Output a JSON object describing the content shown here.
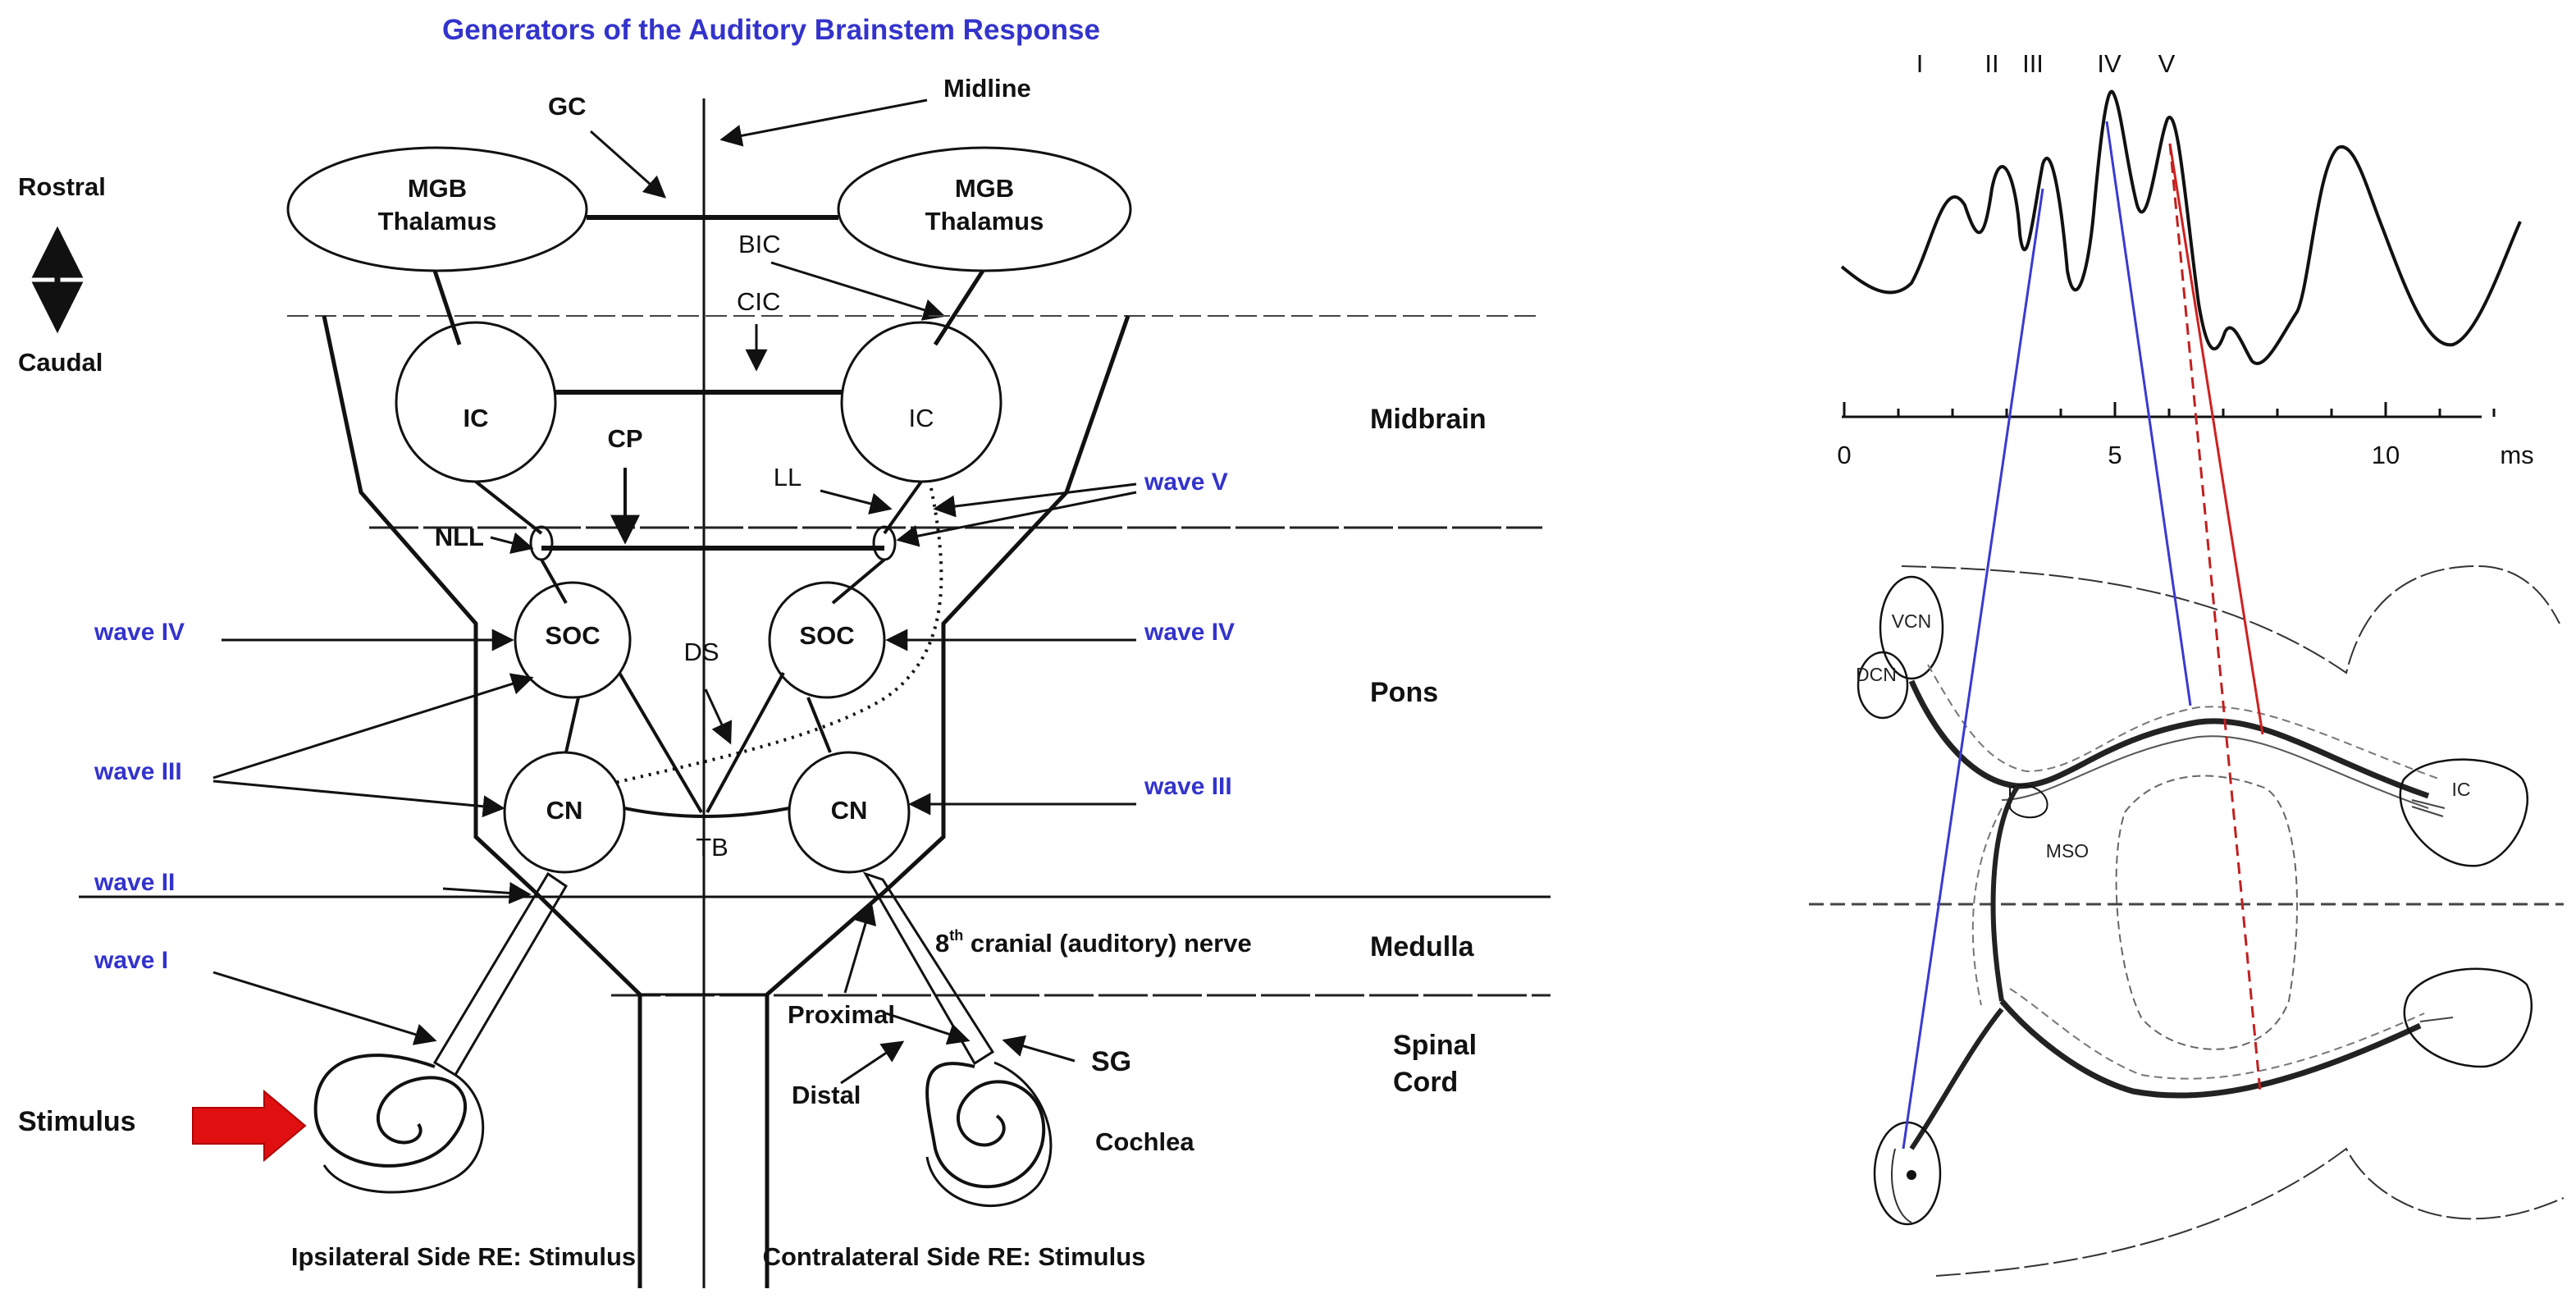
{
  "title": "Generators of the Auditory Brainstem Response",
  "left": {
    "axis": {
      "rostral": "Rostral",
      "caudal": "Caudal"
    },
    "regions": {
      "midbrain": "Midbrain",
      "pons": "Pons",
      "medulla": "Medulla",
      "spinal_line1": "Spinal",
      "spinal_line2": "Cord"
    },
    "nodes": {
      "mgb_line1": "MGB",
      "mgb_line2": "Thalamus",
      "ic": "IC",
      "soc": "SOC",
      "cn": "CN",
      "nll": "NLL"
    },
    "tracts": {
      "gc": "GC",
      "midline": "Midline",
      "bic": "BIC",
      "cic": "CIC",
      "cp": "CP",
      "ll": "LL",
      "ds": "DS",
      "tb": "TB"
    },
    "waves": {
      "v": "wave V",
      "iv": "wave IV",
      "iii": "wave III",
      "ii": "wave II",
      "i": "wave I"
    },
    "nerve": {
      "eighth_num": "8",
      "eighth_sup": "th",
      "eighth_rest": " cranial (auditory) nerve",
      "proximal": "Proximal",
      "distal": "Distal",
      "sg": "SG",
      "cochlea": "Cochlea"
    },
    "stimulus": "Stimulus",
    "sides": {
      "ipsi": "Ipsilateral Side RE: Stimulus",
      "contra": "Contralateral Side RE: Stimulus"
    },
    "colors": {
      "blue_text": "#3333cc",
      "arrow_red": "#e01010"
    }
  },
  "right": {
    "peaks": [
      "I",
      "II",
      "III",
      "IV",
      "V"
    ],
    "time_axis": {
      "ticks": [
        "0",
        "5",
        "10"
      ],
      "unit": "ms",
      "range": [
        0,
        12.5
      ]
    },
    "structures": {
      "vcn": "VCN",
      "dcn": "DCN",
      "mso": "MSO",
      "ic": "IC"
    },
    "line_colors": {
      "blue": "#3a3ad0",
      "red": "#d02020"
    }
  }
}
